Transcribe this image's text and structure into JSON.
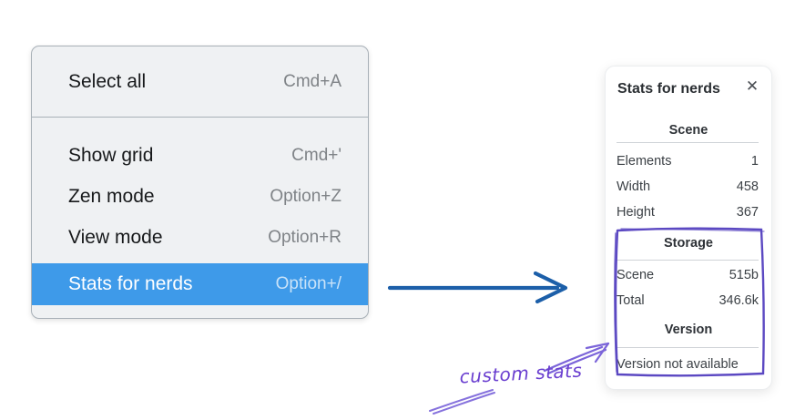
{
  "menu": {
    "items": [
      {
        "label": "Select all",
        "shortcut": "Cmd+A"
      },
      {
        "label": "Show grid",
        "shortcut": "Cmd+'"
      },
      {
        "label": "Zen mode",
        "shortcut": "Option+Z"
      },
      {
        "label": "View mode",
        "shortcut": "Option+R"
      },
      {
        "label": "Stats for nerds",
        "shortcut": "Option+/"
      }
    ],
    "selected_item": "Stats for nerds",
    "highlight_color": "#3e9ae9"
  },
  "panel": {
    "title": "Stats for nerds",
    "close_icon": "✕",
    "sections": {
      "scene": {
        "header": "Scene",
        "rows": [
          {
            "label": "Elements",
            "value": "1"
          },
          {
            "label": "Width",
            "value": "458"
          },
          {
            "label": "Height",
            "value": "367"
          }
        ]
      },
      "storage": {
        "header": "Storage",
        "rows": [
          {
            "label": "Scene",
            "value": "515b"
          },
          {
            "label": "Total",
            "value": "346.6k"
          }
        ]
      },
      "version": {
        "header": "Version",
        "note": "Version not available"
      }
    }
  },
  "annotation": {
    "label": "custom stats",
    "text_color": "#6a3fd0",
    "box_color": "#5b48c2",
    "sketch_color": "#7b64d9",
    "arrow_color": "#1c5fa9"
  }
}
